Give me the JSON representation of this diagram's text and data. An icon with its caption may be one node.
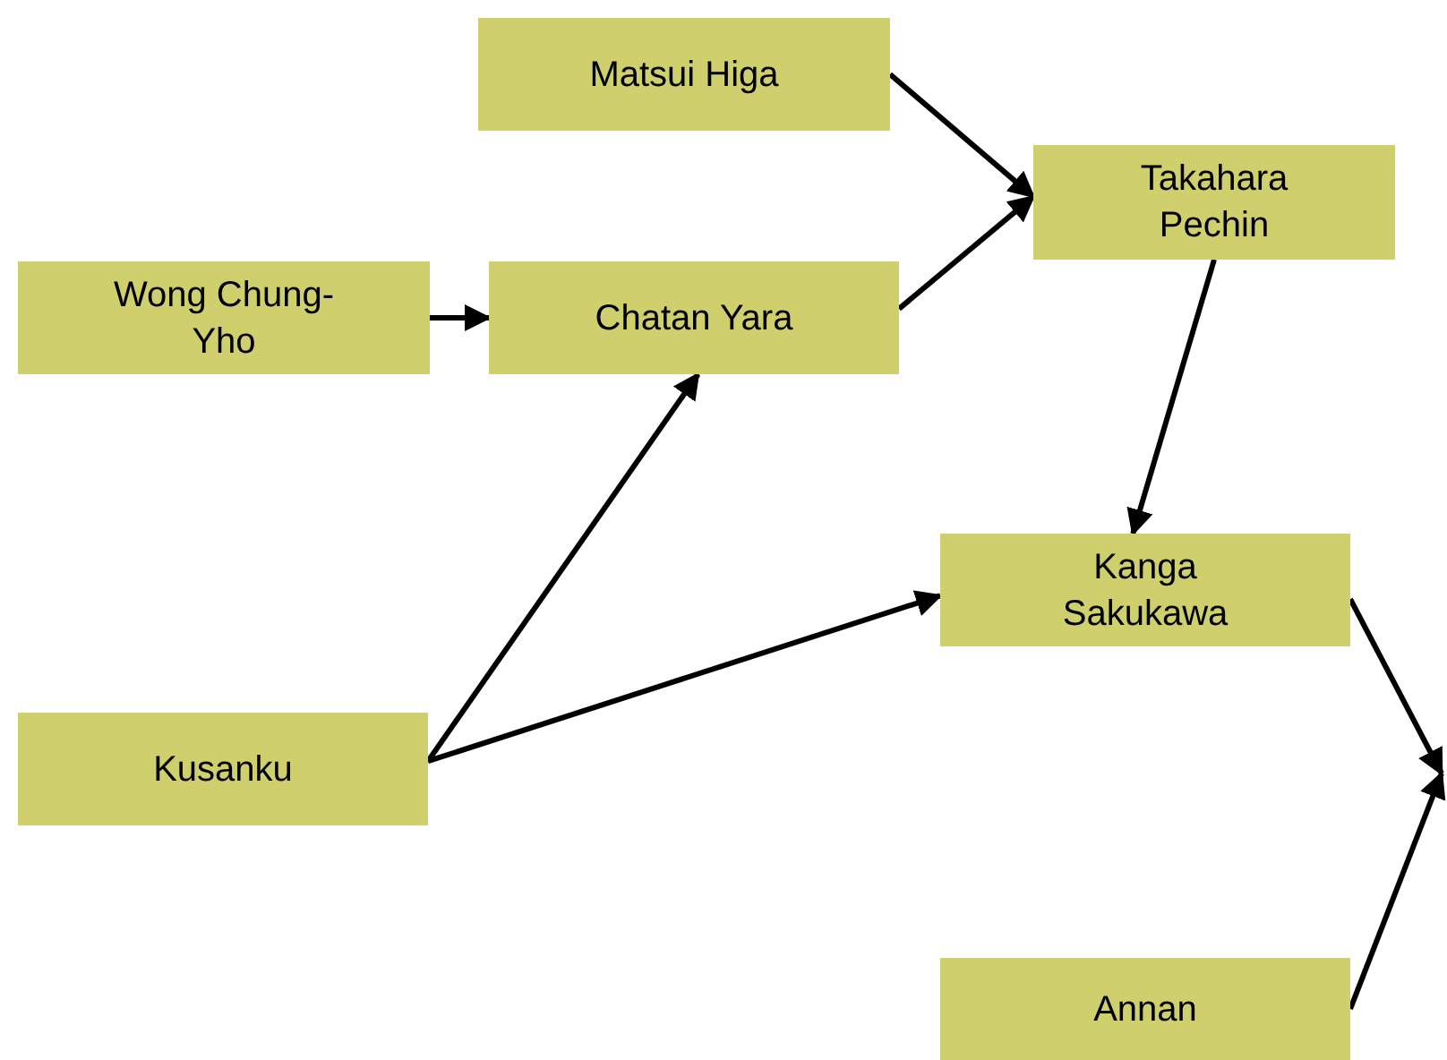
{
  "diagram": {
    "nodes": [
      {
        "text": [
          "Matsui Higa"
        ]
      },
      {
        "text": [
          "Takahara Pechin"
        ]
      },
      {
        "text": [
          "Wong Chung-Yho"
        ]
      },
      {
        "text": [
          "Chatan Yara"
        ]
      },
      {
        "text": [
          "Kusanku"
        ]
      },
      {
        "text": [
          "Kanga Sakukawa"
        ]
      },
      {
        "text": [
          "Annan"
        ]
      }
    ],
    "edges": [
      {
        "from": 0,
        "to": 1,
        "arrow": "to"
      },
      {
        "from": 3,
        "to": 1,
        "arrow": "to"
      },
      {
        "from": 2,
        "to": 3,
        "arrow": "to"
      },
      {
        "from": 4,
        "to": 3,
        "arrow": "to"
      },
      {
        "from": 4,
        "to": 5,
        "arrow": "to"
      },
      {
        "from": 1,
        "to": 5,
        "arrow": "to"
      },
      {
        "from": 5,
        "to": null,
        "arrow": "to"
      },
      {
        "from": 6,
        "to": null,
        "arrow": "to"
      }
    ]
  }
}
